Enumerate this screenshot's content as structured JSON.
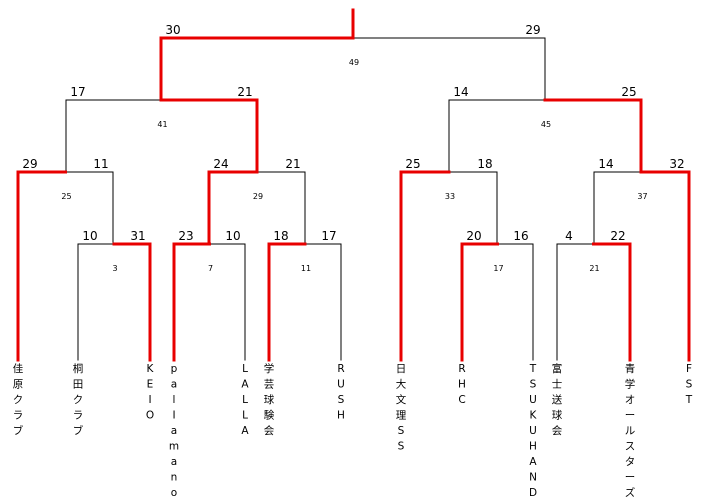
{
  "colors": {
    "winner": "#e80000",
    "line": "#000000",
    "background": "#ffffff"
  },
  "teams": [
    {
      "name": "佳原クラブ"
    },
    {
      "name": "桐田クラブ"
    },
    {
      "name": "KEIO"
    },
    {
      "name": "palIamano"
    },
    {
      "name": "LALLA"
    },
    {
      "name": "学芸球験会"
    },
    {
      "name": "RUSH"
    },
    {
      "name": "日大文理SS"
    },
    {
      "name": "RHC"
    },
    {
      "name": "TSUKUHAND"
    },
    {
      "name": "富士送球会"
    },
    {
      "name": "青学オールスターズ"
    },
    {
      "name": "FST"
    }
  ],
  "matches": [
    {
      "number": "3",
      "left_score": "10",
      "right_score": "31",
      "winner": "right"
    },
    {
      "number": "7",
      "left_score": "23",
      "right_score": "10",
      "winner": "left"
    },
    {
      "number": "11",
      "left_score": "18",
      "right_score": "17",
      "winner": "left"
    },
    {
      "number": "17",
      "left_score": "20",
      "right_score": "16",
      "winner": "left"
    },
    {
      "number": "21",
      "left_score": "4",
      "right_score": "22",
      "winner": "right"
    },
    {
      "number": "25",
      "left_score": "29",
      "right_score": "11",
      "winner": "left"
    },
    {
      "number": "29",
      "left_score": "24",
      "right_score": "21",
      "winner": "left"
    },
    {
      "number": "33",
      "left_score": "25",
      "right_score": "18",
      "winner": "left"
    },
    {
      "number": "37",
      "left_score": "14",
      "right_score": "32",
      "winner": "right"
    },
    {
      "number": "41",
      "left_score": "17",
      "right_score": "21",
      "winner": "right"
    },
    {
      "number": "45",
      "left_score": "14",
      "right_score": "25",
      "winner": "right"
    },
    {
      "number": "49",
      "left_score": "30",
      "right_score": "29",
      "winner": "left"
    }
  ]
}
